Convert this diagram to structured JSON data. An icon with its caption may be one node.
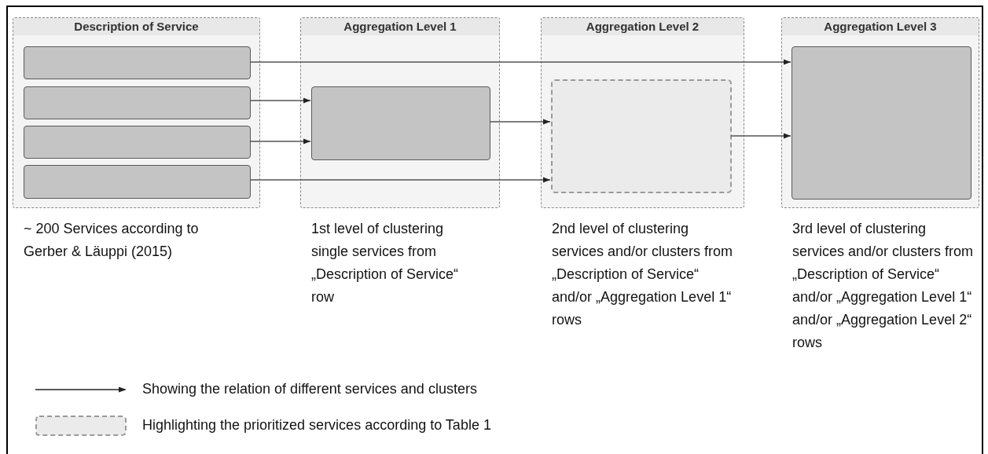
{
  "diagram": {
    "nodes": [
      {
        "text": [
          "Description of Service"
        ],
        "beside": [
          "~ 200 Services according to Gerber & Läuppi (2015)"
        ]
      },
      {
        "text": [],
        "shape": "box",
        "in": 0
      },
      {
        "text": [],
        "shape": "box",
        "in": 0
      },
      {
        "text": [],
        "shape": "box",
        "in": 0
      },
      {
        "text": [],
        "shape": "box",
        "in": 0
      },
      {
        "text": [
          "Aggregation Level 1"
        ],
        "beside": [
          "1st level of clustering single services from „Description of Service“ row"
        ]
      },
      {
        "text": [],
        "shape": "box",
        "in": 5
      },
      {
        "text": [
          "Aggregation Level 2"
        ],
        "beside": [
          "2nd level of clustering services and/or clusters from „Description of Service“ and/or „Aggregation Level 1“ rows"
        ]
      },
      {
        "text": [],
        "shape": "dashed-box",
        "in": 7
      },
      {
        "text": [
          "Aggregation Level 3"
        ],
        "beside": [
          "3rd level of clustering services and/or clusters from „Description of Service“ and/or „Aggregation Level 1“ and/or „Aggregation Level 2“ rows"
        ]
      },
      {
        "text": [],
        "shape": "box",
        "in": 9
      }
    ],
    "edges": [
      {
        "from": 1,
        "to": 10,
        "arrow": "to"
      },
      {
        "from": 2,
        "to": 6,
        "arrow": "to"
      },
      {
        "from": 3,
        "to": 6,
        "arrow": "to"
      },
      {
        "from": 4,
        "to": 8,
        "arrow": "to"
      },
      {
        "from": 6,
        "to": 8,
        "arrow": "to"
      },
      {
        "from": 8,
        "to": 10,
        "arrow": "to"
      }
    ],
    "legend": [
      {
        "text": "Showing the relation of different services and clusters"
      },
      {
        "text": "Highlighting the prioritized services according to Table 1"
      }
    ]
  }
}
